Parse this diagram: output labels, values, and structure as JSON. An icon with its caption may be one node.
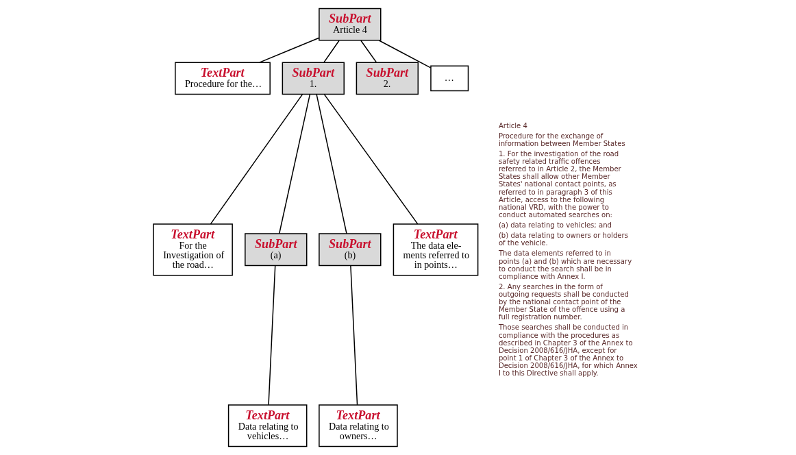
{
  "diagram": {
    "nodes": [
      {
        "text": [
          "SubPart",
          "Article 4"
        ]
      },
      {
        "text": [
          "TextPart",
          "Procedure for the…"
        ]
      },
      {
        "text": [
          "SubPart",
          "1."
        ]
      },
      {
        "text": [
          "SubPart",
          "2."
        ]
      },
      {
        "text": [
          "…"
        ]
      },
      {
        "text": [
          "TextPart",
          "For the Investigation of the road…"
        ]
      },
      {
        "text": [
          "SubPart",
          "(a)"
        ]
      },
      {
        "text": [
          "SubPart",
          "(b)"
        ]
      },
      {
        "text": [
          "TextPart",
          "The data ele- ments referred to in points…"
        ]
      },
      {
        "text": [
          "TextPart",
          "Data relating to vehicles…"
        ]
      },
      {
        "text": [
          "TextPart",
          "Data relating to owners…"
        ]
      }
    ],
    "edges": [
      {
        "from": 0,
        "to": 1,
        "arrow": "none"
      },
      {
        "from": 0,
        "to": 2,
        "arrow": "none"
      },
      {
        "from": 0,
        "to": 3,
        "arrow": "none"
      },
      {
        "from": 0,
        "to": 4,
        "arrow": "none"
      },
      {
        "from": 2,
        "to": 5,
        "arrow": "none"
      },
      {
        "from": 2,
        "to": 6,
        "arrow": "none"
      },
      {
        "from": 2,
        "to": 7,
        "arrow": "none"
      },
      {
        "from": 2,
        "to": 8,
        "arrow": "none"
      },
      {
        "from": 6,
        "to": 9,
        "arrow": "none"
      },
      {
        "from": 7,
        "to": 10,
        "arrow": "none"
      }
    ],
    "labels": [
      "Article 4",
      "Procedure for the exchange of information between Member States",
      "1. For the investigation of the road safety related traffic offences referred to in Article 2, the Member States shall allow other Member States' national contact points, as referred to in paragraph 3 of this Article, access to the following national VRD, with the power to conduct automated searches on:",
      "(a) data relating to vehicles; and",
      "(b) data relating to owners or holders of the vehicle.",
      "The data elements referred to in points (a) and (b) which are necessary to conduct the search shall be in compliance with Annex I.",
      "2. Any searches in the form of outgoing requests shall be conducted by the national contact point of the Member State of the offence using a full registration number.",
      "Those searches shall be conducted in compliance with the procedures as described in Chapter 3 of the Annex to Decision 2008/616/JHA, except for point 1 of Chapter 3 of the Annex to Decision 2008/616/JHA, for which Annex I to this Directive shall apply."
    ]
  }
}
